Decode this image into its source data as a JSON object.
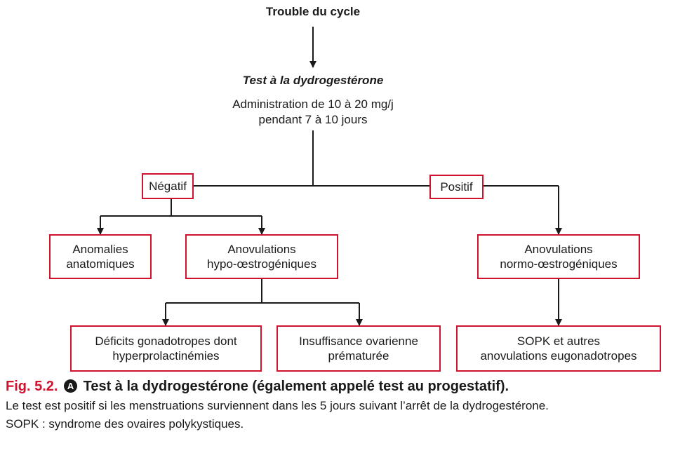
{
  "diagram": {
    "root": "Trouble du cycle",
    "test_title": "Test à la dydrogestérone",
    "test_desc": [
      "Administration de 10 à 20 mg/j",
      "pendant 7 à 10 jours"
    ],
    "negatif": "Négatif",
    "positif": "Positif",
    "anomalies": [
      "Anomalies",
      "anatomiques"
    ],
    "anov_hypo": [
      "Anovulations",
      "hypo-œstrogéniques"
    ],
    "anov_normo": [
      "Anovulations",
      "normo-œstrogéniques"
    ],
    "deficits": [
      "Déficits gonadotropes dont",
      "hyperprolactinémies"
    ],
    "insuffisance": [
      "Insuffisance ovarienne",
      "prématurée"
    ],
    "sopk": [
      "SOPK et autres",
      "anovulations eugonadotropes"
    ]
  },
  "caption": {
    "fig_label": "Fig. 5.2.",
    "badge": "A",
    "title": "Test à la dydrogestérone (également appelé test au progestatif).",
    "line1": "Le test est positif si les menstruations surviennent dans les 5 jours suivant l’arrêt de la dydrogestérone.",
    "line2": "SOPK : syndrome des ovaires polykystiques."
  },
  "colors": {
    "box_border": "#d0122e",
    "line": "#1a1a1a"
  }
}
